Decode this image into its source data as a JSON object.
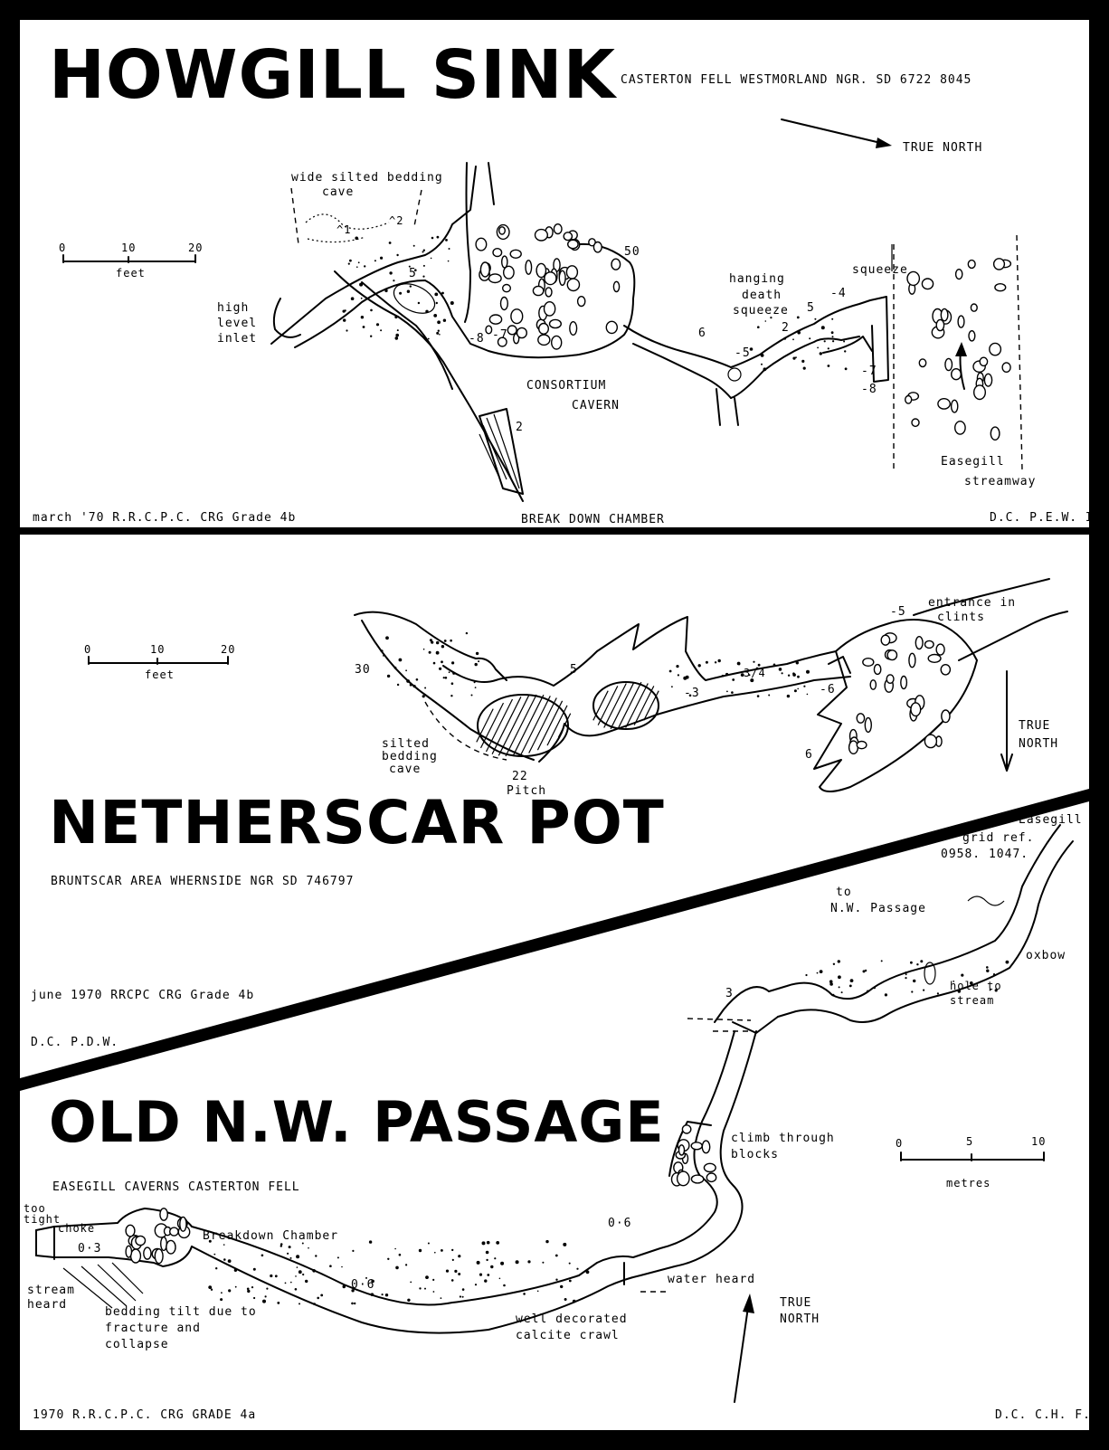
{
  "colors": {
    "ink": "#000000",
    "paper": "#ffffff"
  },
  "howgill": {
    "title": "HOWGILL SINK",
    "subtitle": "CASTERTON FELL  WESTMORLAND NGR. SD  6722  8045",
    "north": "TRUE  NORTH",
    "scale": {
      "ticks": [
        "0",
        "10",
        "20"
      ],
      "unit": "feet"
    },
    "labels": {
      "bedding": [
        "wide silted bedding",
        "cave"
      ],
      "inlet": [
        "high",
        "level",
        "inlet"
      ],
      "cavern": [
        "CONSORTIUM",
        "CAVERN"
      ],
      "hanging": [
        "hanging",
        "death",
        "squeeze"
      ],
      "squeeze": "squeeze",
      "streamway": [
        "Easegill",
        "streamway"
      ],
      "breakdown": "BREAK DOWN CHAMBER"
    },
    "depths": [
      "5",
      "50",
      "2",
      "6",
      "2",
      "5",
      "-4",
      "-5",
      "-7",
      "-8",
      "-7",
      "-8",
      "^1",
      "^2"
    ],
    "footer_left": "march '70   R.R.C.P.C.   CRG   Grade  4b",
    "footer_right": "D.C. P.E.W. I.W."
  },
  "netherscar": {
    "title": "NETHERSCAR  POT",
    "subtitle": "BRUNTSCAR  AREA  WHERNSIDE    NGR  SD  746797",
    "north": [
      "TRUE",
      "NORTH"
    ],
    "scale": {
      "ticks": [
        "0",
        "10",
        "20"
      ],
      "unit": "feet"
    },
    "labels": {
      "entrance": [
        "entrance  in",
        "clints"
      ],
      "silted": [
        "silted",
        "bedding",
        "cave"
      ],
      "pitch": [
        "22",
        "Pitch"
      ]
    },
    "depths": [
      "30",
      "5",
      "3/4",
      "-3",
      "-5",
      "-6",
      "6"
    ],
    "footer_left": "june  1970   RRCPC   CRG  Grade  4b",
    "footer_right": "D.C.     P.D.W."
  },
  "oldnw": {
    "title": "OLD N.W. PASSAGE",
    "subtitle": "EASEGILL  CAVERNS  CASTERTON  FELL",
    "north": [
      "TRUE",
      "NORTH"
    ],
    "scale": {
      "ticks": [
        "0",
        "5",
        "10"
      ],
      "unit": "metres"
    },
    "labels": {
      "easegill": "Easegill",
      "gridref": [
        "grid  ref.",
        "0958. 1047."
      ],
      "to_nw": [
        "to",
        "N.W.  Passage"
      ],
      "oxbow": "oxbow",
      "hole": [
        "hole  to",
        "stream"
      ],
      "climb": [
        "climb  through",
        "blocks"
      ],
      "too_tight": [
        "too",
        "tight"
      ],
      "choke": "choke",
      "breakdown": "Breakdown  Chamber",
      "stream_heard": [
        "stream",
        "heard"
      ],
      "bedding": [
        "bedding  tilt  due  to",
        "fracture   and",
        "collapse"
      ],
      "water_heard": "water  heard",
      "calcite": [
        "well  decorated",
        "calcite  crawl"
      ]
    },
    "depths": [
      "3",
      "0·6",
      "0·6",
      "0·3"
    ],
    "footer_left": "1970      R.R.C.P.C.   CRG  GRADE  4a",
    "footer_right": "D.C.  C.H.  F.H."
  }
}
